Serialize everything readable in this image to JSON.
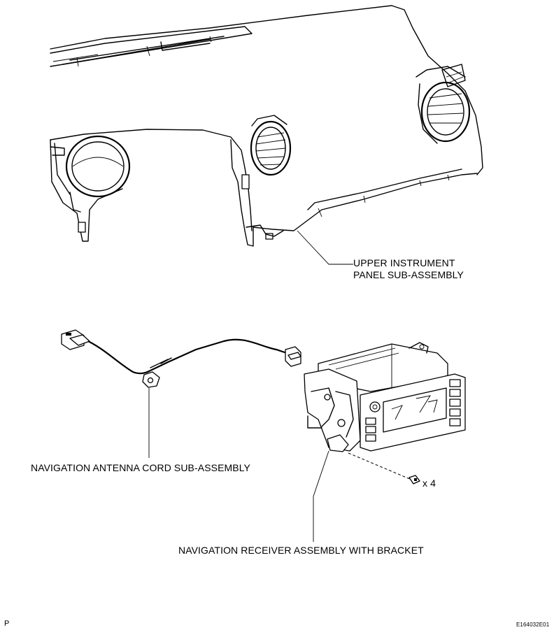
{
  "labels": {
    "upper_panel": [
      "UPPER INSTRUMENT",
      "PANEL SUB-ASSEMBLY"
    ],
    "antenna_cord": "NAVIGATION ANTENNA CORD SUB-ASSEMBLY",
    "receiver": "NAVIGATION RECEIVER ASSEMBLY WITH BRACKET",
    "screw_qty": "x 4"
  },
  "footer": {
    "left_code": "P",
    "figure_id": "E164032E01"
  }
}
